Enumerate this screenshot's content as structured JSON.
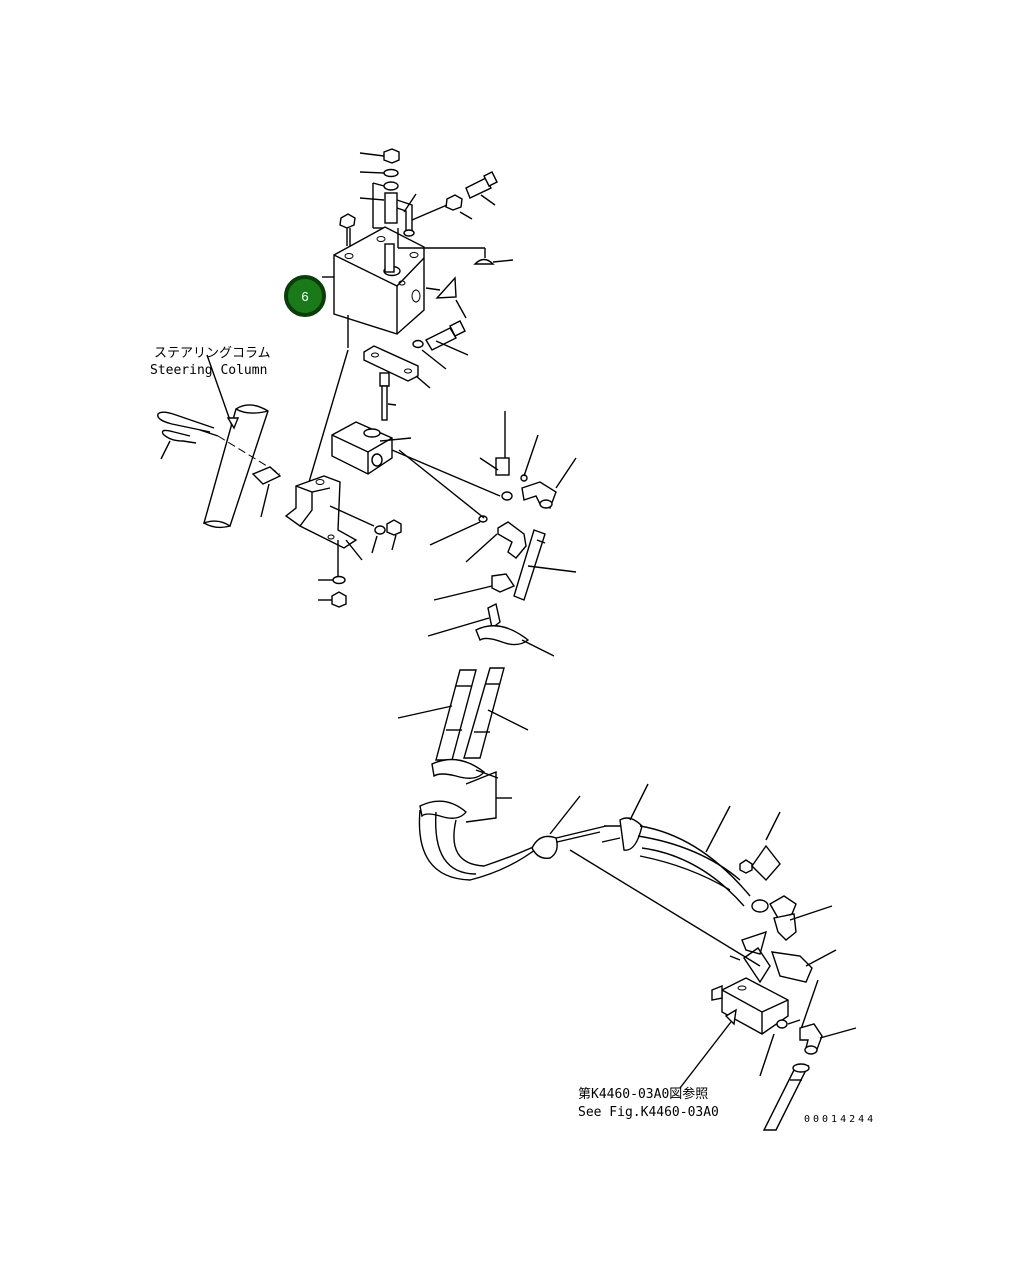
{
  "callout": {
    "number": "6",
    "fill_color": "#1a7a1a",
    "ring_color": "#0b3d0b",
    "text_color": "#ffffff"
  },
  "labels": {
    "steering_column_jp": "ステアリングコラム",
    "steering_column_en": "Steering Column",
    "see_fig_jp": "第K4460-03A0図参照",
    "see_fig_en": "See Fig.K4460-03A0",
    "drawing_number": "00014244"
  }
}
